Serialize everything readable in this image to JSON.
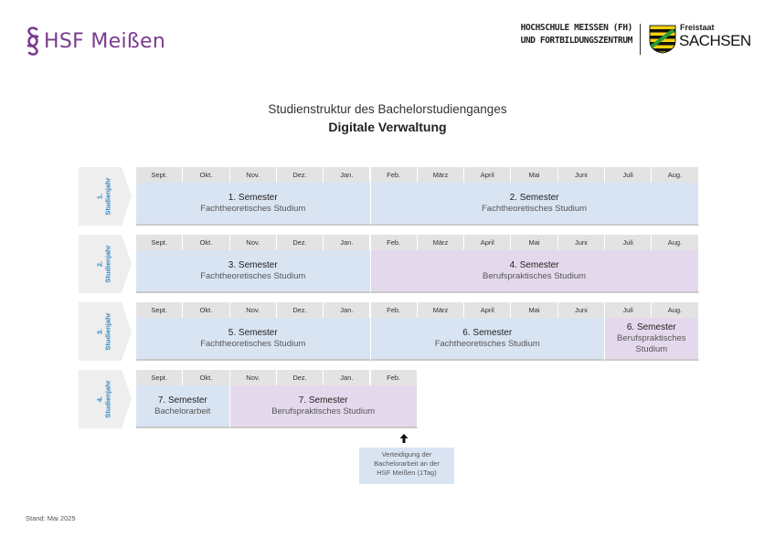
{
  "header": {
    "logo_text": "HSF Meißen",
    "institution_line1": "HOCHSCHULE MEISSEN (FH)",
    "institution_line2": "UND FORTBILDUNGSZENTRUM",
    "freistaat": "Freistaat",
    "sachsen": "SACHSEN"
  },
  "title": {
    "line1": "Studienstruktur des Bachelorstudienganges",
    "line2": "Digitale Verwaltung"
  },
  "years": [
    {
      "label_num": "1.",
      "label_word": "Studienjahr",
      "months": [
        "Sept.",
        "Okt.",
        "Nov.",
        "Dez.",
        "Jan.",
        "Feb.",
        "März",
        "April",
        "Mai",
        "Juni",
        "Juli",
        "Aug."
      ],
      "semesters": [
        {
          "title": "1. Semester",
          "subtitle": "Fachtheoretisches Studium",
          "months": 5,
          "color": "blue"
        },
        {
          "title": "2. Semester",
          "subtitle": "Fachtheoretisches Studium",
          "months": 7,
          "color": "blue"
        }
      ]
    },
    {
      "label_num": "2.",
      "label_word": "Studienjahr",
      "months": [
        "Sept.",
        "Okt.",
        "Nov.",
        "Dez.",
        "Jan.",
        "Feb.",
        "März",
        "April",
        "Mai",
        "Juni",
        "Juli",
        "Aug."
      ],
      "semesters": [
        {
          "title": "3. Semester",
          "subtitle": "Fachtheoretisches Studium",
          "months": 5,
          "color": "blue"
        },
        {
          "title": "4. Semester",
          "subtitle": "Berufspraktisches Studium",
          "months": 7,
          "color": "purple"
        }
      ]
    },
    {
      "label_num": "3.",
      "label_word": "Studienjahr",
      "months": [
        "Sept.",
        "Okt.",
        "Nov.",
        "Dez.",
        "Jan.",
        "Feb.",
        "März",
        "April",
        "Mai",
        "Juni",
        "Juli",
        "Aug."
      ],
      "semesters": [
        {
          "title": "5. Semester",
          "subtitle": "Fachtheoretisches Studium",
          "months": 5,
          "color": "blue"
        },
        {
          "title": "6. Semester",
          "subtitle": "Fachtheoretisches Studium",
          "months": 5,
          "color": "blue"
        },
        {
          "title": "6. Semester",
          "subtitle": "Berufspraktisches Studium",
          "months": 2,
          "color": "purple"
        }
      ]
    },
    {
      "label_num": "4.",
      "label_word": "Studienjahr",
      "months": [
        "Sept.",
        "Okt.",
        "Nov.",
        "Dez.",
        "Jan.",
        "Feb."
      ],
      "semesters": [
        {
          "title": "7. Semester",
          "subtitle": "Bachelorarbeit",
          "months": 2,
          "color": "blue"
        },
        {
          "title": "7. Semester",
          "subtitle": "Berufspraktisches Studium",
          "months": 4,
          "color": "purple"
        }
      ]
    }
  ],
  "note": {
    "line1": "Verteidigung der",
    "line2": "Bachelorarbeit an der",
    "line3": "HSF Meißen (1Tag)"
  },
  "footer": {
    "stand": "Stand: Mai 2025"
  },
  "colors": {
    "blue": "#d9e4f3",
    "purple": "#e4d9ec",
    "month_header": "#e3e3e3",
    "year_label": "#2e86c1",
    "brand_purple": "#7a3b8f"
  }
}
